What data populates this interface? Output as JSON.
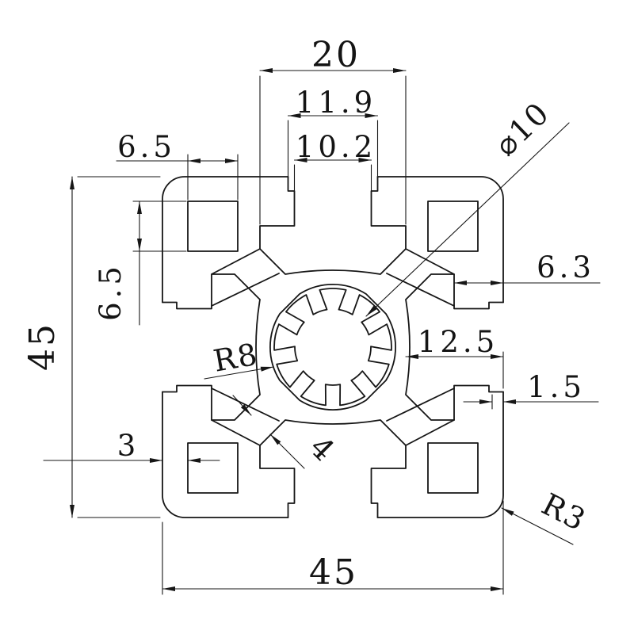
{
  "drawing": {
    "line_color": "#161616",
    "background_color": "#ffffff",
    "dimensions": {
      "slot_cavity_width": "20",
      "opening_step_width": "11.9",
      "opening_width": "10.2",
      "corner_hole_width": "6.5",
      "corner_hole_height": "6.5",
      "profile_height": "45",
      "profile_width": "45",
      "lip_depth": "6.3",
      "slot_depth": "12.5",
      "lip_thickness": "1.5",
      "outer_wall_thickness": "3",
      "web_thickness": "4",
      "center_bore_diameter": "⌀10",
      "center_boss_radius": "R8",
      "corner_fillet_radius": "R3"
    }
  }
}
